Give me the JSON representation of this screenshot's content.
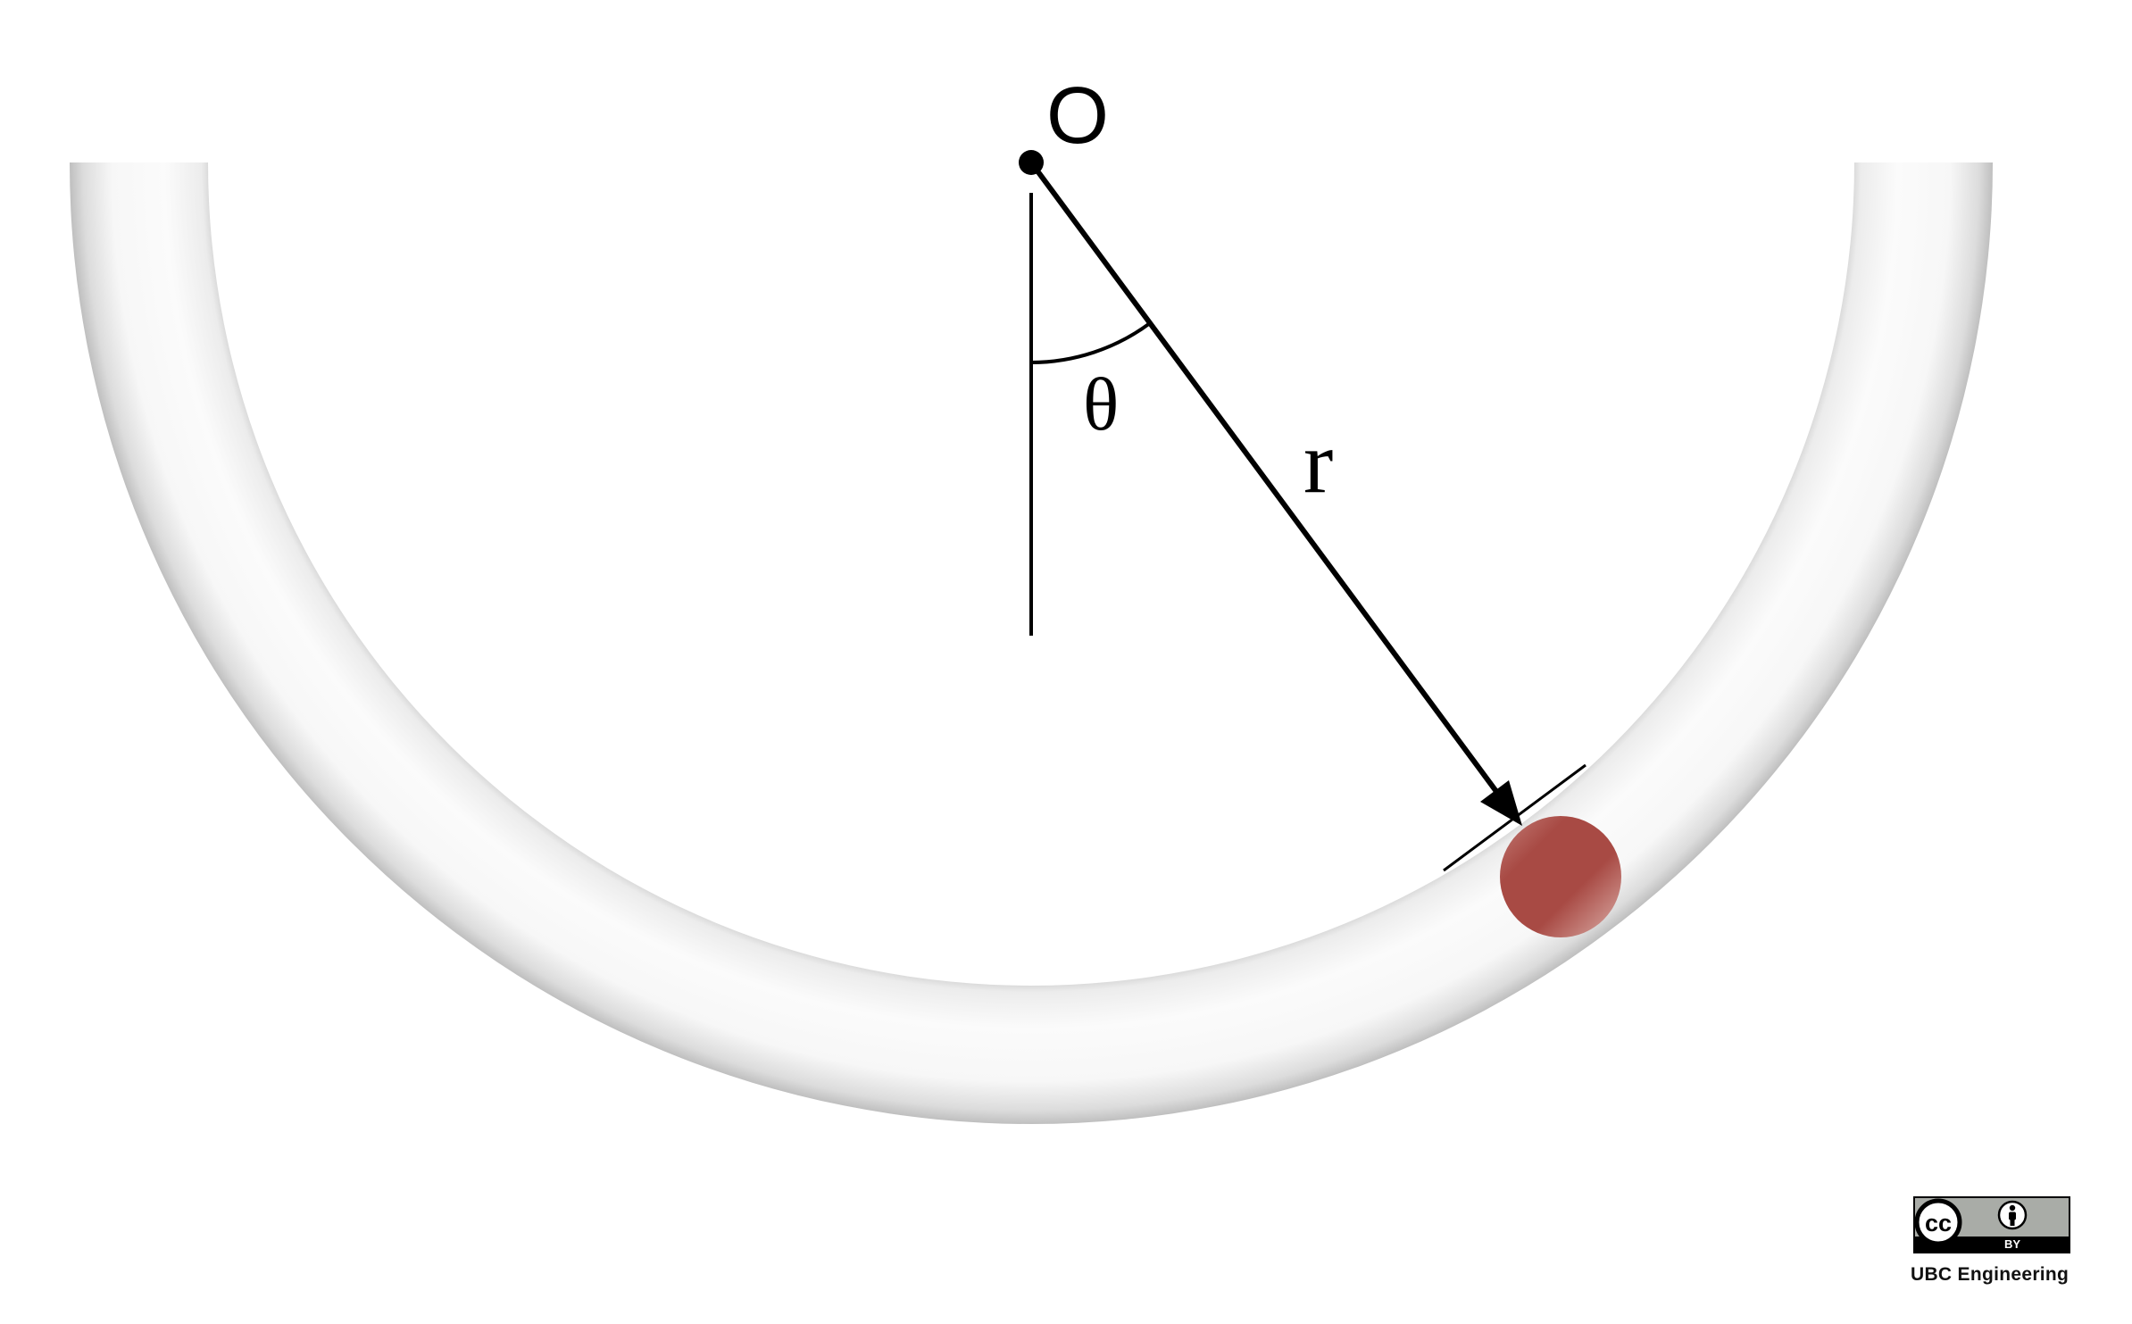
{
  "labels": {
    "origin": "O",
    "angle": "θ",
    "radius": "r"
  },
  "license": {
    "badge_cc": "cc",
    "badge_by": "BY",
    "caption": "UBC Engineering"
  },
  "icons": {
    "license_badge": "creative-commons-by-icon",
    "attribution": "person-icon"
  },
  "colors": {
    "ink": "#000000",
    "track_fill": "#fafafa",
    "track_edge": "#bdbdbd",
    "ball": "#a84a44",
    "ball_highlight": "#e8cfcc",
    "badge_bg": "#a9aca7"
  }
}
